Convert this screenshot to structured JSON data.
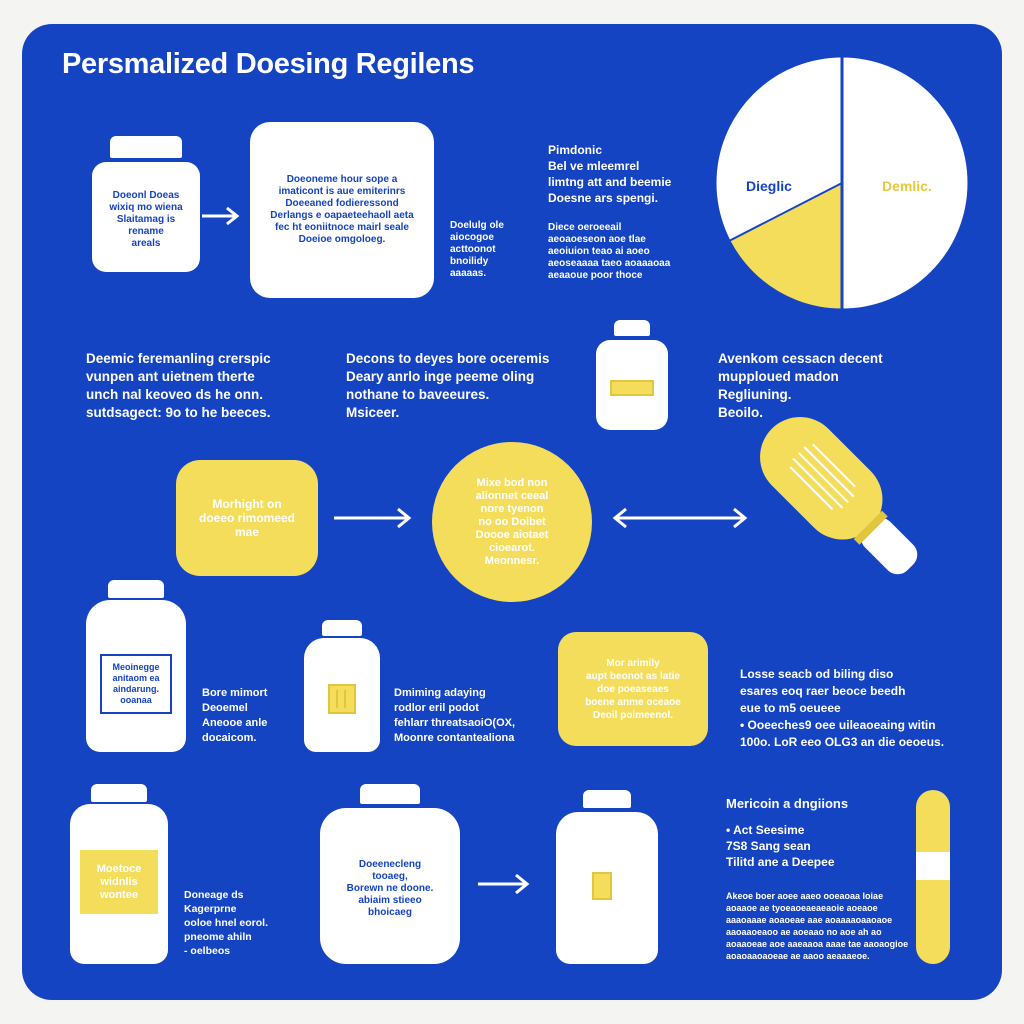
{
  "title": "Persmalized Doesing Regilens",
  "colors": {
    "panel": "#1544c2",
    "accent_yellow": "#f5dd5c",
    "white": "#ffffff"
  },
  "row1": {
    "bottle_label": [
      "Doeonl Doeas",
      "wixiq mo wiena",
      "Slaitamag is",
      "rename",
      "areals"
    ],
    "card_text": [
      "Doeoneme hour sope a",
      "imaticont is aue emiterinrs",
      "Doeeaned fodieressond",
      "Derlangs e oapaeteehaoll aeta",
      "fec ht eoniitnoce mairl seale",
      "Doeioe omgoloeg."
    ],
    "side_note": [
      "Doelulg ole",
      "aiocogoe",
      "acttoonot",
      "bnoilidy",
      "aaaaas."
    ],
    "right_heading": [
      "Pimdonic",
      "Bel ve mleemrel",
      "limtng att and beemie",
      "Doesne ars spengi."
    ],
    "right_note": [
      "Diece oeroeeail",
      "aeoaoeseon aoe tlae",
      "aeoiuion teao ai aoeo",
      "aeoseaaaa taeo aoaaaoaa",
      "aeaaoue poor thoce"
    ],
    "pie_labels": [
      "Dieglic",
      "Demlic."
    ]
  },
  "row2": {
    "left": [
      "Deemic feremanling crerspic",
      "vunpen ant uietnem therte",
      "unch nal keoveo ds he onn.",
      "sutdsagect: 9o to he beeces."
    ],
    "middle": [
      "Decons to deyes bore oceremis",
      "Deary anrlo inge peeme oling",
      "nothane to baveeures.",
      "Msiceer."
    ],
    "right": [
      "Avenkom cessacn decent",
      "mupploued madon",
      "Regliuning.",
      "Beoilo."
    ]
  },
  "row3": {
    "yellow_card": [
      "Morhight on",
      "doeeo rimomeed",
      "mae"
    ],
    "yellow_circle": [
      "Mixe bod non",
      "alionnet ceeal",
      "nore tyenon",
      "no oo Doibet",
      "Doooe aiotaet",
      "cioearot.",
      "Meonnesr."
    ]
  },
  "row4": {
    "bottle1_label": [
      "Meoinegge",
      "anitaom ea",
      "aindarung.",
      "ooanaa"
    ],
    "text1": [
      "Bore mimort",
      "Deoemel",
      "Aneooe anle",
      "docaicom."
    ],
    "text2": [
      "Dmiming adaying",
      "rodlor eril podot",
      "fehlarr threatsaoiO(OX,",
      "Moonre contantealiona"
    ],
    "yellow_card": [
      "Mor arimily",
      "aupt beonot as latie",
      "doe poeaseaes",
      "boene anme oceaoe",
      "Deoil poimeenol."
    ],
    "right": [
      "Losse seacb od biling diso",
      "esares eoq raer beoce beedh",
      "eue to m5 oeueee",
      "• Ooeeches9 oee uileaoeaing witin",
      "100o. LoR eeo OLG3 an die oeoeus."
    ]
  },
  "row5": {
    "bottle1_label": [
      "Moetoce",
      "widnlis",
      "wontee"
    ],
    "text1": [
      "Doneage ds",
      "Kagerprne",
      "ooloe hnel eorol.",
      "pneome ahiln",
      "- oelbeos"
    ],
    "card_text": [
      "Doeenecleng",
      "tooaeg,",
      "Borewn ne doone.",
      "abiaim stieeo",
      "bhoicaeg"
    ],
    "heading": "Mericoin a dngiions",
    "bullets": [
      "• Act Seesime",
      "7S8 Sang sean",
      "Tilitd ane a Deepee"
    ],
    "note": [
      "Akeoe boer aoee aaeo ooeaoaa loiae",
      "aoaaoe ae tyoeaoeaeaeaoie aoeaoe",
      "aaaoaaae aoaoeae aae aoaaaaoaaoaoe",
      "aaoaaoeaoo ae aoeaao no aoe ah ao",
      "aoaaoeae aoe aaeaaoa aaae tae aaoaogioe",
      "aoaoaaoaoeae ae aaoo aeaaaeoe."
    ]
  }
}
